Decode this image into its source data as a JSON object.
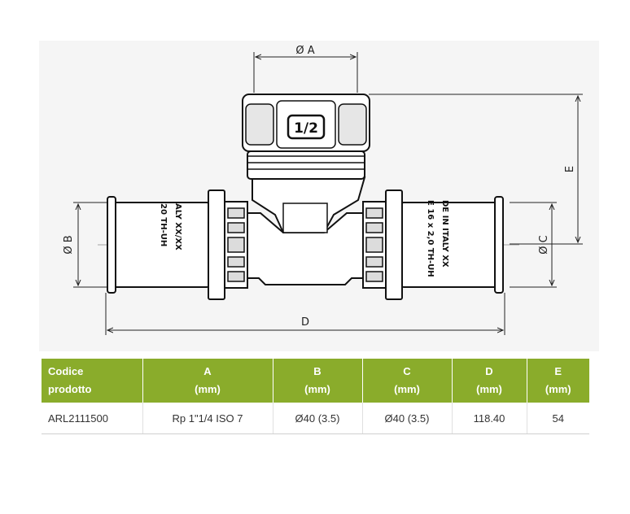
{
  "drawing": {
    "dim_labels": {
      "a": "Ø A",
      "b": "Ø B",
      "c": "Ø C",
      "d": "D",
      "e": "E"
    },
    "outlet_marking": "1/2",
    "pipe_marking_left_1": "20 TH-UH",
    "pipe_marking_left_2": "ALY XX/XX",
    "pipe_marking_right_1": "E 16 x 2,0 TH-UH",
    "pipe_marking_right_2": "DE IN ITALY XX"
  },
  "table": {
    "headers": [
      {
        "line1": "Codice",
        "line2": "prodotto"
      },
      {
        "line1": "A",
        "line2": "(mm)"
      },
      {
        "line1": "B",
        "line2": "(mm)"
      },
      {
        "line1": "C",
        "line2": "(mm)"
      },
      {
        "line1": "D",
        "line2": "(mm)"
      },
      {
        "line1": "E",
        "line2": "(mm)"
      }
    ],
    "rows": [
      [
        "ARL2111500",
        "Rp 1\"1/4 ISO 7",
        "Ø40 (3.5)",
        "Ø40 (3.5)",
        "118.40",
        "54"
      ]
    ],
    "header_color": "#8aac2b"
  }
}
